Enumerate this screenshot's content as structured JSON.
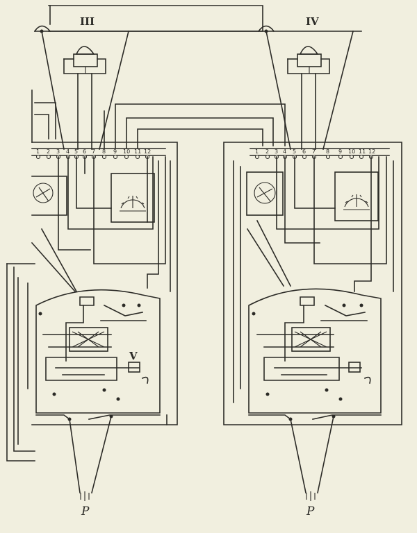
{
  "labels": {
    "roman_3": "III",
    "roman_4": "IV",
    "roman_5": "V",
    "p_left": "P",
    "p_right": "P"
  },
  "left_terminal_numbers": [
    "1",
    "2",
    "3",
    "4",
    "5",
    "6",
    "7",
    "8",
    "9",
    "10",
    "11",
    "12"
  ],
  "right_terminal_numbers": [
    "1",
    "2",
    "3",
    "4",
    "5",
    "6",
    "7",
    "8",
    "9",
    "10",
    "11",
    "12"
  ]
}
